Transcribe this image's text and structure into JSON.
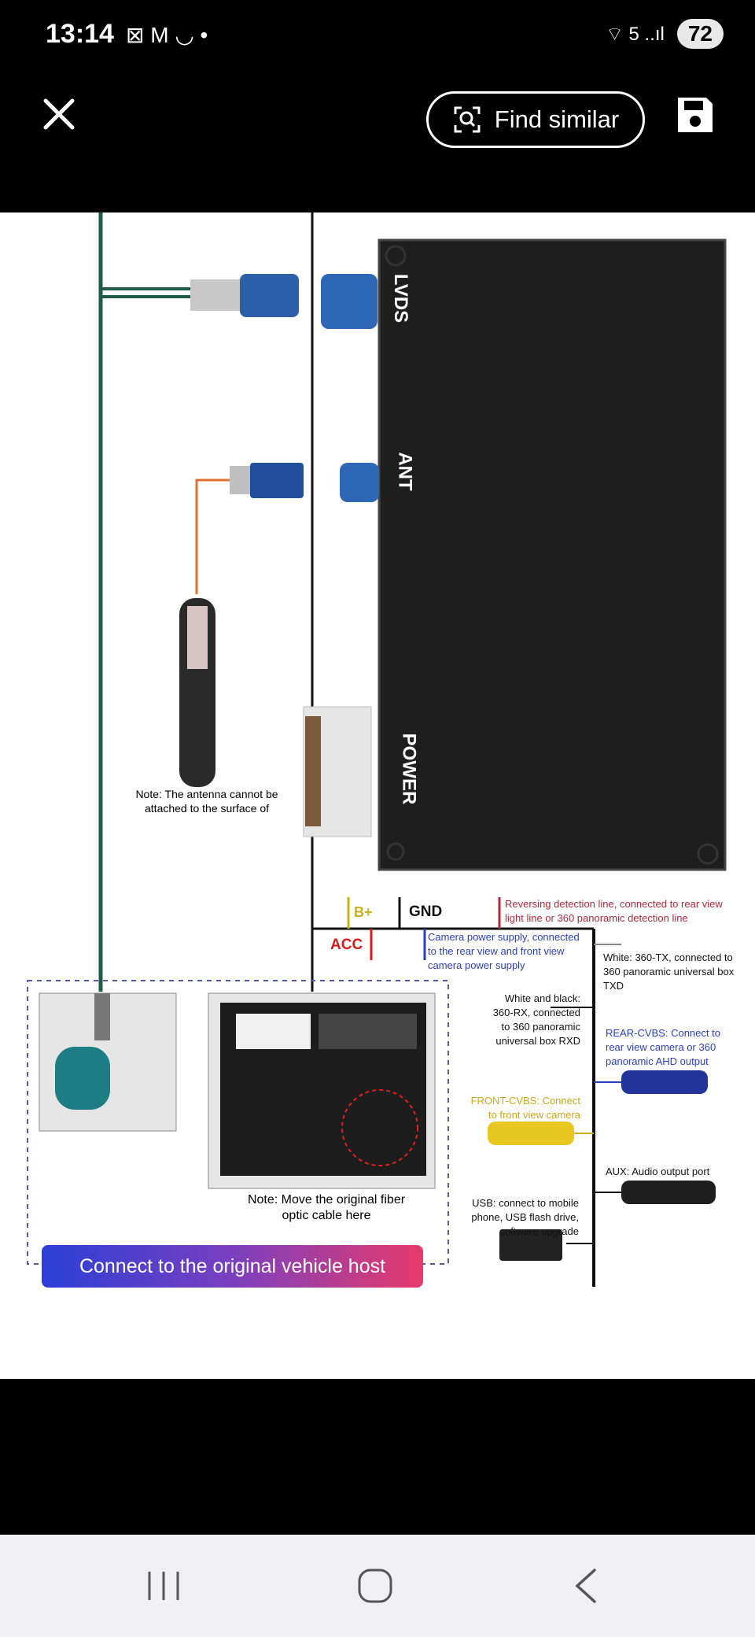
{
  "status_bar": {
    "time": "13:14",
    "notif_icons": "⊠ M ◡ •",
    "signal_icons": "⌔ 5 ..ıl",
    "battery": "72"
  },
  "top_bar": {
    "find_similar_label": "Find similar"
  },
  "diagram": {
    "port_lvds": "LVDS",
    "port_ant": "ANT",
    "port_power": "POWER",
    "wire_b_plus": "B+",
    "wire_gnd": "GND",
    "wire_acc": "ACC",
    "note_antenna": "Note: The antenna cannot be attached to the surface of",
    "reversing_line": "Reversing detection line, connected to rear view light line or 360 panoramic detection line",
    "camera_power": "Camera power supply, connected to the rear view and front view camera power supply",
    "white_tx": "White: 360-TX, connected to 360 panoramic universal box TXD",
    "white_black_rx": "White and black: 360-RX, connected to 360 panoramic universal box RXD",
    "rear_cvbs": "REAR-CVBS: Connect to rear view camera or 360 panoramic AHD output",
    "front_cvbs": "FRONT-CVBS: Connect to front view camera",
    "aux": "AUX: Audio output port",
    "usb": "USB: connect to mobile phone, USB flash drive, software upgrade",
    "note_fiber": "Note: Move the original fiber optic cable here",
    "banner": "Connect to the original vehicle host"
  },
  "colors": {
    "banner_start": "#2b3fd6",
    "banner_end": "#e83a6b",
    "acc_red": "#d91a1a",
    "b_plus_yellow": "#c9b21a",
    "blue_text": "#2a3fbf",
    "red_text": "#b0283a"
  }
}
